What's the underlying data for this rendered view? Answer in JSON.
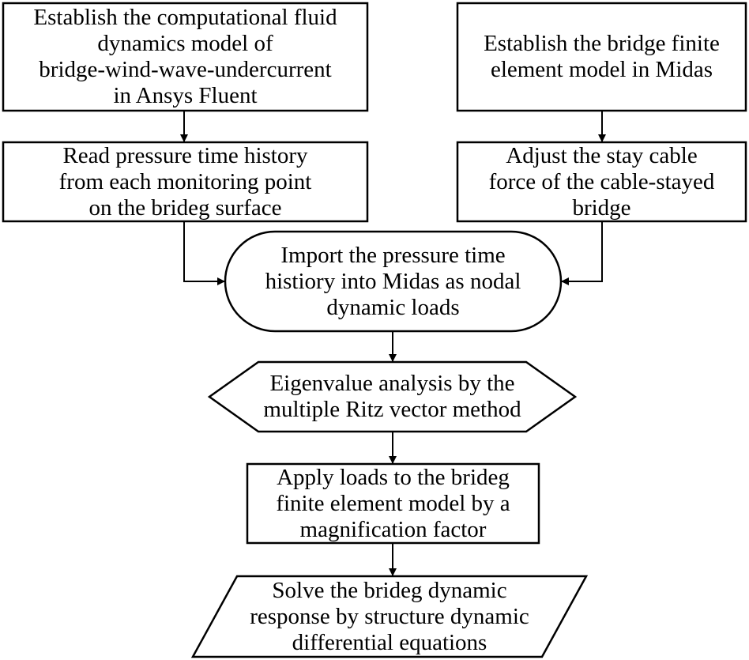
{
  "colors": {
    "stroke": "#000000",
    "background": "#ffffff",
    "text": "#000000"
  },
  "nodes": {
    "cfd_model": {
      "shape": "rectangle",
      "lines": [
        "Establish the computational fluid",
        "dynamics model of",
        "bridge-wind-wave-undercurrent",
        "in Ansys Fluent"
      ]
    },
    "fe_model": {
      "shape": "rectangle",
      "lines": [
        "Establish the bridge finite",
        "element model in Midas"
      ]
    },
    "read_pressure": {
      "shape": "rectangle",
      "lines": [
        "Read pressure time history",
        "from each monitoring point",
        "on the brideg surface"
      ]
    },
    "adjust_cable": {
      "shape": "rectangle",
      "lines": [
        "Adjust the stay cable",
        "force of the cable-stayed",
        "bridge"
      ]
    },
    "import_pressure": {
      "shape": "terminator",
      "lines": [
        "Import the pressure time",
        "histiory into Midas as nodal",
        "dynamic loads"
      ]
    },
    "eigenvalue": {
      "shape": "hexagon",
      "lines": [
        "Eigenvalue analysis by the",
        "multiple Ritz vector method"
      ]
    },
    "apply_loads": {
      "shape": "rectangle",
      "lines": [
        "Apply loads to the brideg",
        "finite element model by a",
        "magnification factor"
      ]
    },
    "solve_response": {
      "shape": "parallelogram",
      "lines": [
        "Solve the brideg dynamic",
        "response by structure dynamic",
        "differential equations"
      ]
    }
  },
  "edges": [
    {
      "from": "cfd_model",
      "to": "read_pressure"
    },
    {
      "from": "fe_model",
      "to": "adjust_cable"
    },
    {
      "from": "read_pressure",
      "to": "import_pressure"
    },
    {
      "from": "adjust_cable",
      "to": "import_pressure"
    },
    {
      "from": "import_pressure",
      "to": "eigenvalue"
    },
    {
      "from": "eigenvalue",
      "to": "apply_loads"
    },
    {
      "from": "apply_loads",
      "to": "solve_response"
    }
  ]
}
